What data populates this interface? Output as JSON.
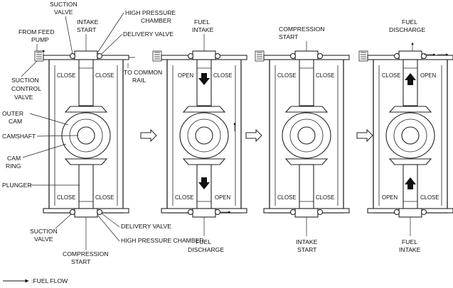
{
  "stage1": {
    "suction_valve_top": [
      "SUCTION",
      "VALVE"
    ],
    "intake_start": [
      "INTAKE",
      "START"
    ],
    "high_pressure_chamber_top": [
      "HIGH PRESSURE",
      "CHAMBER"
    ],
    "from_feed_pump": [
      "FROM FEED",
      "PUMP"
    ],
    "delivery_valve_top": "DELIVERY VALVE",
    "suction_control_valve": [
      "SUCTION",
      "CONTROL",
      "VALVE"
    ],
    "to_common_rail": [
      "TO COMMON",
      "RAIL"
    ],
    "outer_cam": [
      "OUTER",
      "CAM"
    ],
    "camshaft": "CAMSHAFT",
    "cam_ring": [
      "CAM",
      "RING"
    ],
    "plunger": "PLUNGER",
    "delivery_valve_bottom": "DELIVERY VALVE",
    "suction_valve_bottom": [
      "SUCTION",
      "VALVE"
    ],
    "high_pressure_chamber_bottom": "HIGH PRESSURE CHAMBER",
    "compression_start": [
      "COMPRESSION",
      "START"
    ],
    "valve_states": {
      "top_left": "CLOSE",
      "top_right": "CLOSE",
      "bottom_left": "CLOSE",
      "bottom_right": "CLOSE"
    }
  },
  "stage2": {
    "fuel_intake": [
      "FUEL",
      "INTAKE"
    ],
    "fuel_discharge": [
      "FUEL",
      "DISCHARGE"
    ],
    "valve_states": {
      "top_left": "OPEN",
      "top_right": "CLOSE",
      "bottom_left": "CLOSE",
      "bottom_right": "OPEN"
    }
  },
  "stage3": {
    "compression_start": [
      "COMPRESSION",
      "START"
    ],
    "intake_start": [
      "INTAKE",
      "START"
    ],
    "valve_states": {
      "top_left": "CLOSE",
      "top_right": "CLOSE",
      "bottom_left": "CLOSE",
      "bottom_right": "CLOSE"
    }
  },
  "stage4": {
    "fuel_discharge": [
      "FUEL",
      "DISCHARGE"
    ],
    "fuel_intake": [
      "FUEL",
      "INTAKE"
    ],
    "valve_states": {
      "top_left": "CLOSE",
      "top_right": "OPEN",
      "bottom_left": "OPEN",
      "bottom_right": "CLOSE"
    }
  },
  "legend": {
    "fuel_flow": ":FUEL FLOW"
  }
}
